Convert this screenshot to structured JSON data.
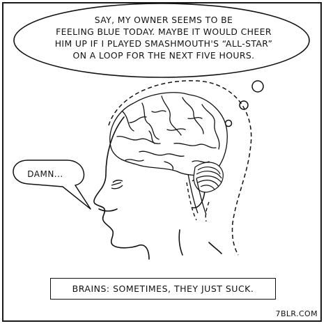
{
  "thought_bubble": {
    "text": "SAY, MY OWNER SEEMS TO BE\nFEELING BLUE TODAY. MAYBE IT WOULD CHEER\nHIM UP IF I PLAYED SMASHMOUTH'S “ALL-STAR”\nON A LOOP FOR THE NEXT FIVE HOURS."
  },
  "speech_bubble": {
    "text": "DAMN..."
  },
  "caption": {
    "text": "BRAINS: SOMETIMES, THEY JUST SUCK."
  },
  "credit": {
    "text": "7BLR.COM"
  },
  "colors": {
    "ink": "#111111",
    "background": "#ffffff"
  }
}
